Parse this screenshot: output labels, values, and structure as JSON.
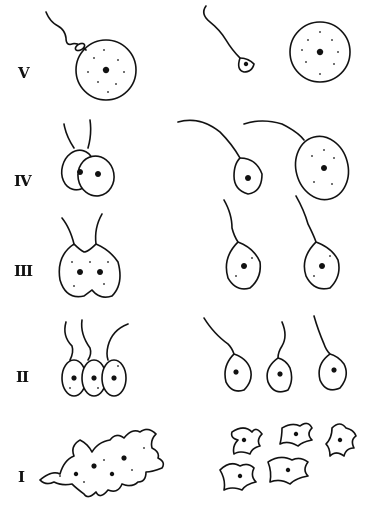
{
  "rows": [
    {
      "label": "V"
    },
    {
      "label": "IV"
    },
    {
      "label": "III"
    },
    {
      "label": "II"
    },
    {
      "label": "I"
    }
  ],
  "colors": {
    "ink": "#111111",
    "cell_fill": "#ffffff"
  }
}
